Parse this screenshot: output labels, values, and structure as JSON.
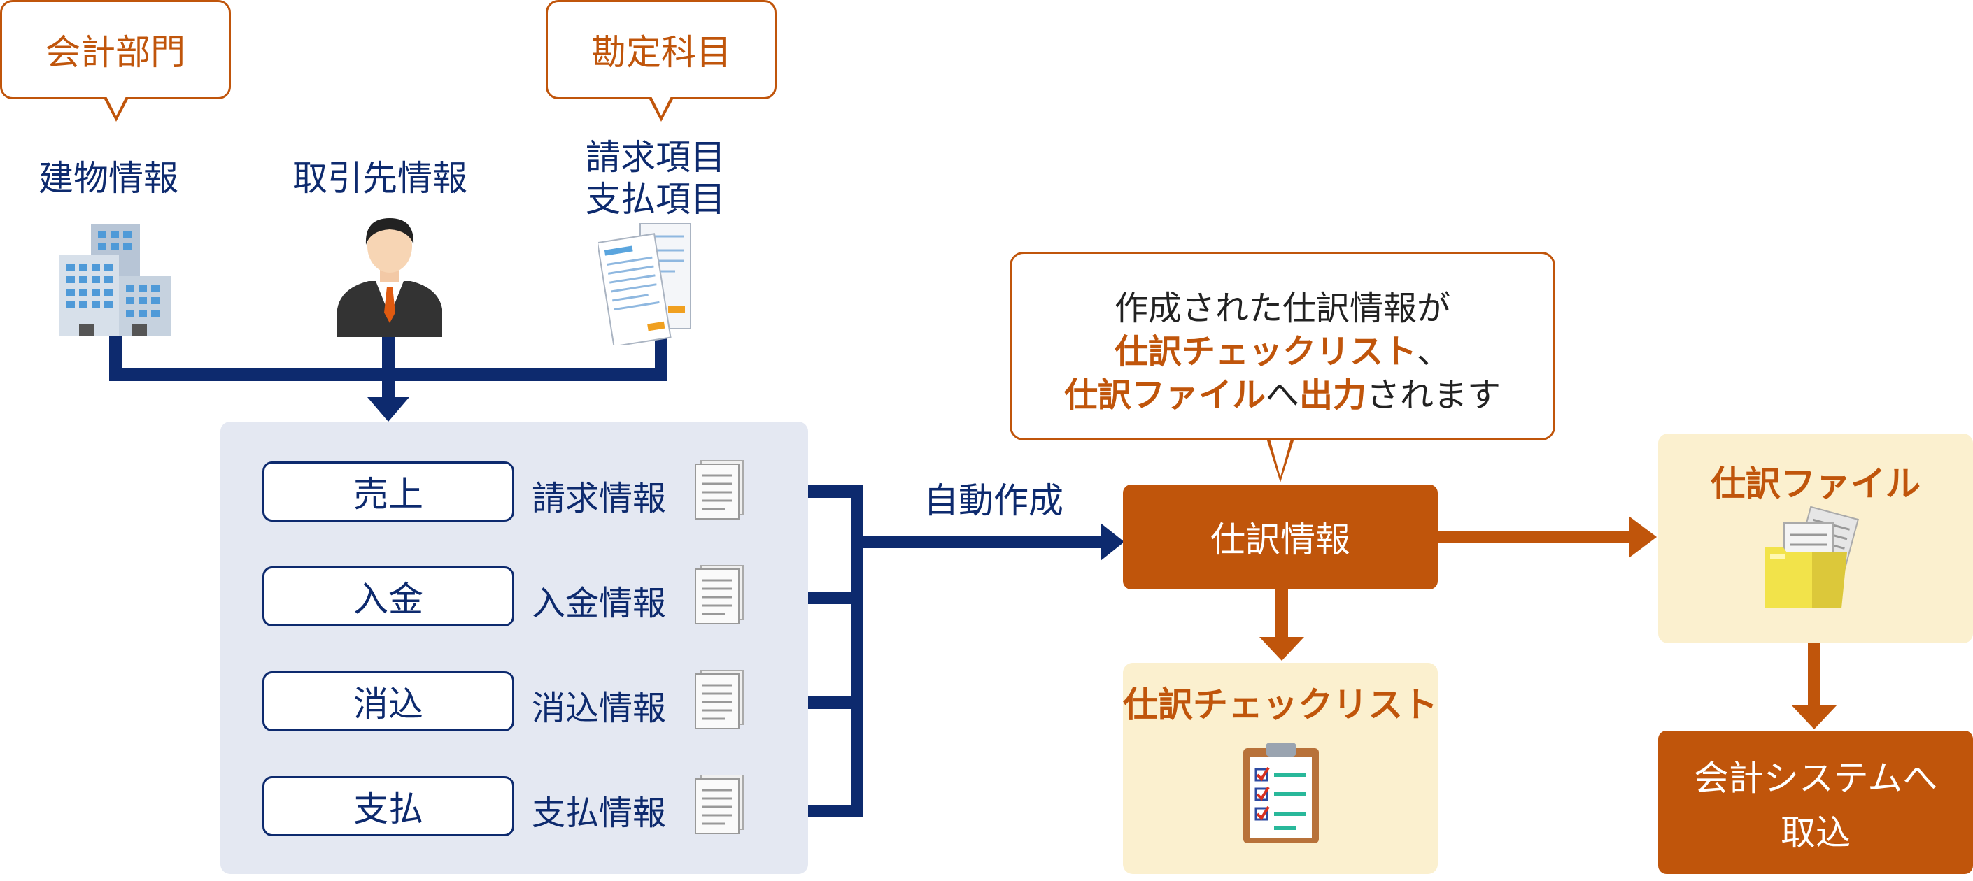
{
  "bubbles": {
    "department": "会計部門",
    "account": "勘定科目"
  },
  "sources": {
    "building": "建物情報",
    "client": "取引先情報",
    "items_line1": "請求項目",
    "items_line2": "支払項目"
  },
  "categories": [
    {
      "name": "売上",
      "info": "請求情報"
    },
    {
      "name": "入金",
      "info": "入金情報"
    },
    {
      "name": "消込",
      "info": "消込情報"
    },
    {
      "name": "支払",
      "info": "支払情報"
    }
  ],
  "auto_label": "自動作成",
  "journal_box": "仕訳情報",
  "callout": {
    "line1": "作成された仕訳情報が",
    "line2_em": "仕訳チェックリスト",
    "line2_rest": "、",
    "line3_em1": "仕訳ファイル",
    "line3_mid": "へ",
    "line3_em2": "出力",
    "line3_rest": "されます"
  },
  "checklist_title": "仕訳チェックリスト",
  "file_title": "仕訳ファイル",
  "import_box": {
    "line1": "会計システムへ",
    "line2": "取込"
  },
  "colors": {
    "navy": "#0d2a6e",
    "orange": "#c0550b",
    "cream": "#fbf0cf",
    "panel": "#e4e8f2"
  }
}
